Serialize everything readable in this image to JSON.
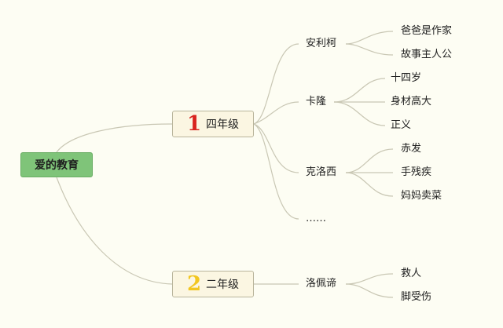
{
  "root": {
    "label": "爱的教育"
  },
  "grades": [
    {
      "numeral": "1",
      "label": "四年级",
      "numeral_color": "#d9241f",
      "characters": [
        {
          "name": "安利柯",
          "traits": [
            "爸爸是作家",
            "故事主人公"
          ]
        },
        {
          "name": "卡隆",
          "traits": [
            "十四岁",
            "身材高大",
            "正义"
          ]
        },
        {
          "name": "克洛西",
          "traits": [
            "赤发",
            "手残疾",
            "妈妈卖菜"
          ]
        },
        {
          "name": "……",
          "traits": []
        }
      ]
    },
    {
      "numeral": "2",
      "label": "二年级",
      "numeral_color": "#f2c61f",
      "characters": [
        {
          "name": "洛佩谛",
          "traits": [
            "救人",
            "脚受伤"
          ]
        }
      ]
    }
  ],
  "colors": {
    "background": "#fdfdf3",
    "root_fill": "#7fc479",
    "branch_box": "#fbf6e2",
    "connector": "#c9c7b4"
  }
}
